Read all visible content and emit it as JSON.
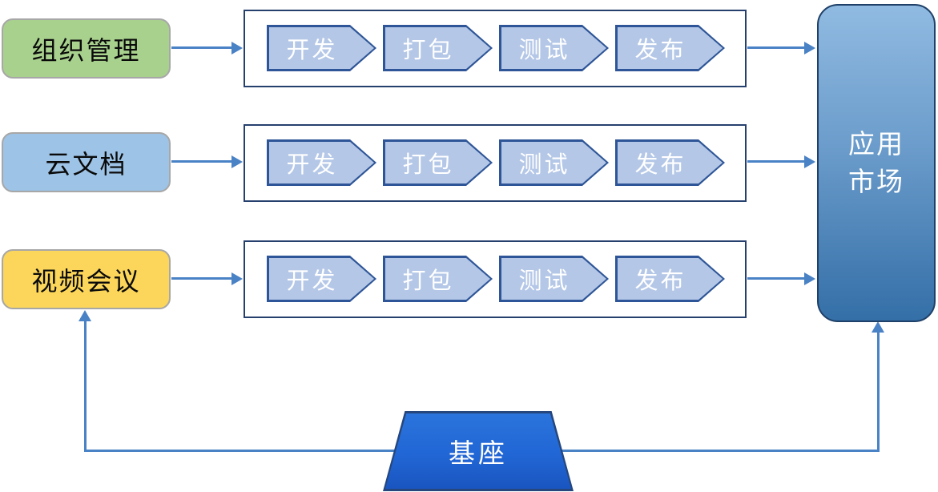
{
  "diagram_title": "plugin-development-pipeline",
  "sources": [
    {
      "label": "组织管理",
      "fill": "#A9D18E"
    },
    {
      "label": "云文档",
      "fill": "#9DC3E6"
    },
    {
      "label": "视频会议",
      "fill": "#FBD65B"
    }
  ],
  "pipelines": [
    {
      "stages": [
        "开发",
        "打包",
        "测试",
        "发布"
      ]
    },
    {
      "stages": [
        "开发",
        "打包",
        "测试",
        "发布"
      ]
    },
    {
      "stages": [
        "开发",
        "打包",
        "测试",
        "发布"
      ]
    }
  ],
  "target": {
    "label_line1": "应用",
    "label_line2": "市场"
  },
  "base": {
    "label": "基座"
  },
  "colors": {
    "stage_fill": "#B4C7E7",
    "stage_border": "#2E5597",
    "pipeline_border": "#26406E",
    "connector": "#4A82C6",
    "target_gradient_top": "#90BAE1",
    "target_gradient_bottom": "#346FA7",
    "target_border": "#1F4068",
    "base_gradient_top": "#2B74DC",
    "base_gradient_bottom": "#1A55C0",
    "source_border": "#A7A7A7"
  }
}
